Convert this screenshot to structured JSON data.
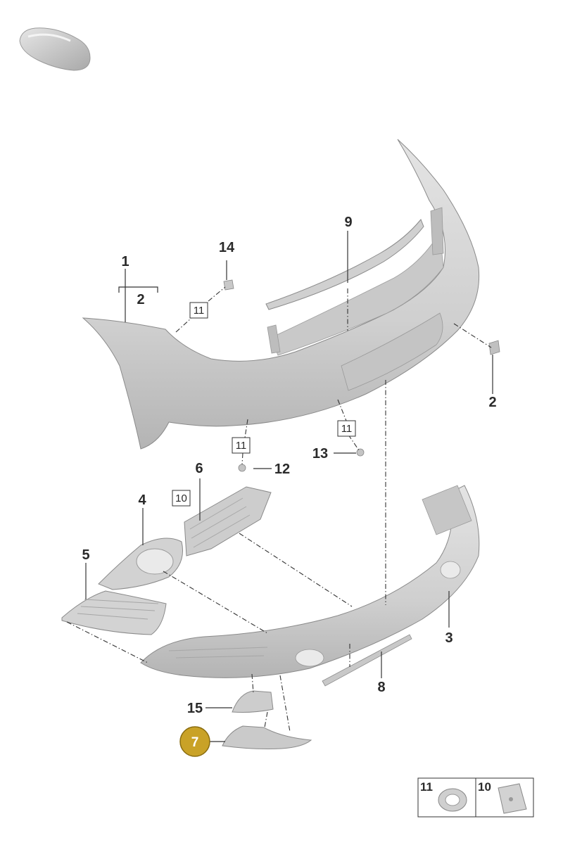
{
  "callouts": {
    "c1": "1",
    "c2_bracket": "2",
    "c2_right": "2",
    "c3": "3",
    "c4": "4",
    "c5": "5",
    "c6": "6",
    "c7": "7",
    "c8": "8",
    "c9": "9",
    "c12": "12",
    "c13": "13",
    "c14": "14",
    "c15": "15"
  },
  "boxed_refs": {
    "b11_left": "11",
    "b11_mid": "11",
    "b11_right": "11",
    "b10": "10"
  },
  "legend": {
    "item11": "11",
    "item10": "10"
  },
  "colors": {
    "highlight": "#c9a227",
    "part_fill": "#d6d6d6",
    "part_shade": "#b9b9b9"
  }
}
